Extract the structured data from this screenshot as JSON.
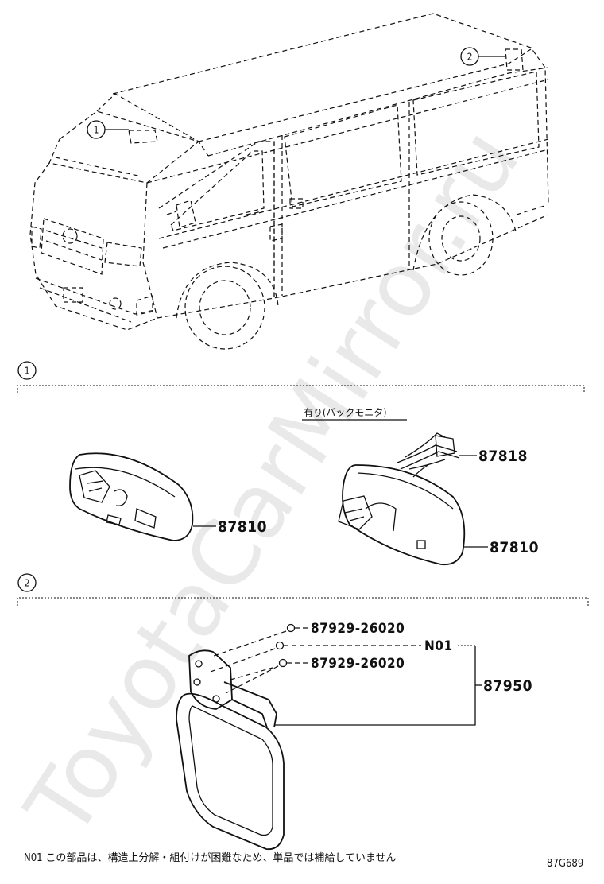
{
  "watermark": "ToyotaCarMirror.ru",
  "overview": {
    "callouts": [
      "1",
      "2"
    ]
  },
  "section1": {
    "index": "1",
    "option_label": "有り(バックモニタ)",
    "parts": {
      "mirror_standard": "87810",
      "mirror_monitor": "87810",
      "harness": "87818"
    }
  },
  "section2": {
    "index": "2",
    "parts": {
      "screw_top": "87929-26020",
      "screw_bottom": "87929-26020",
      "n01": "N01",
      "mirror_assy": "87950"
    }
  },
  "footnote": "N01 この部品は、構造上分解・組付けが困難なため、単品では補給していません",
  "diagram_code": "87G689"
}
